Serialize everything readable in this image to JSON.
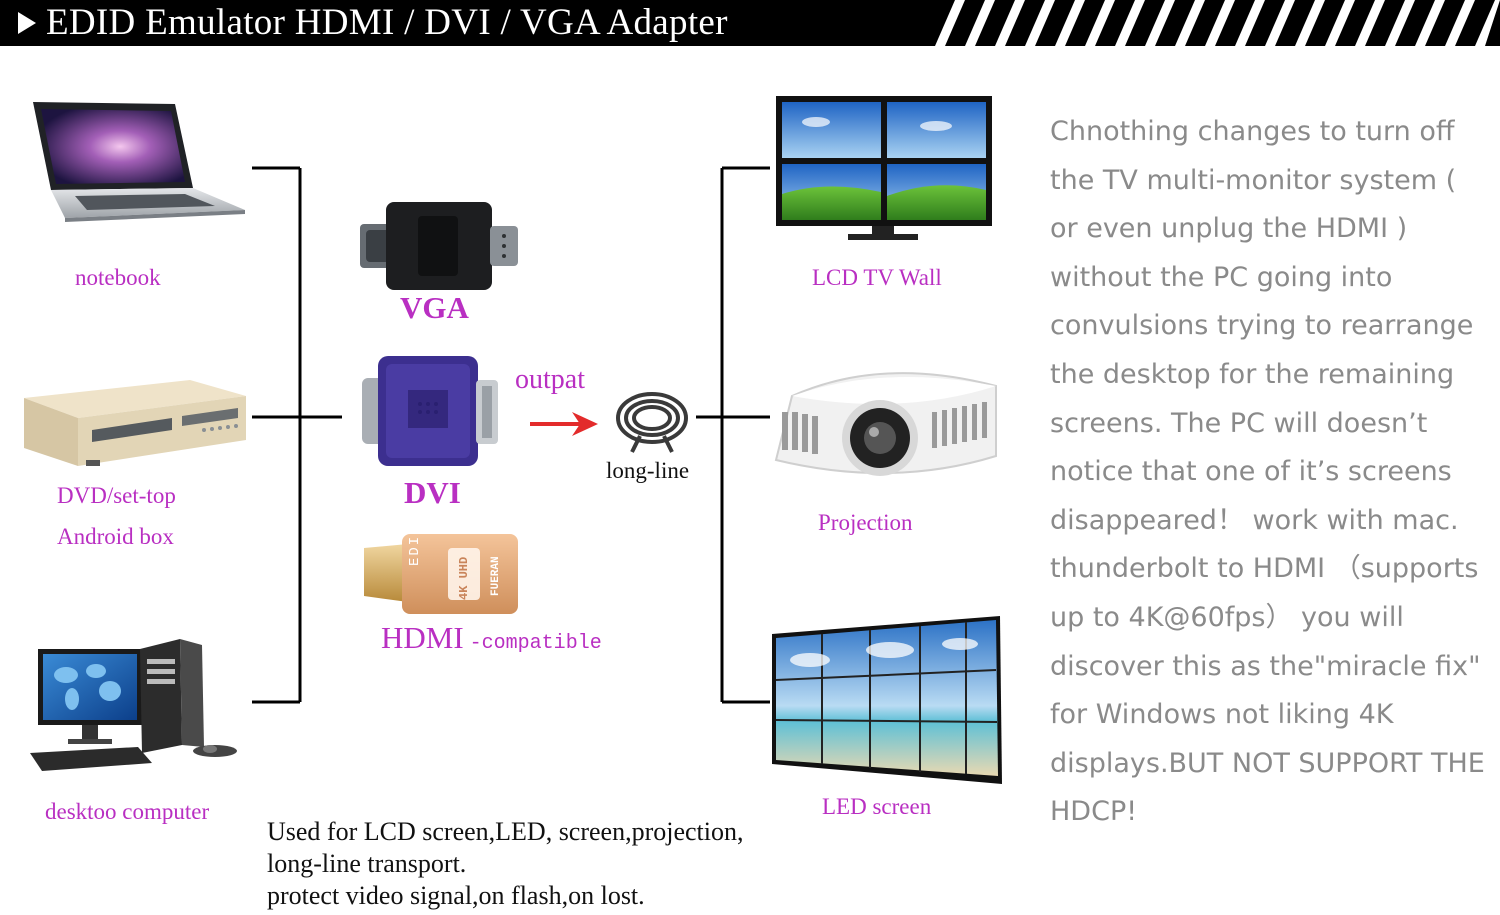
{
  "title": "EDID Emulator HDMI / DVI / VGA  Adapter",
  "sources": {
    "notebook": "notebook",
    "dvd_line1": "DVD/set-top",
    "dvd_line2": "Android box",
    "desktop": "desktoo computer"
  },
  "adapters": {
    "vga": "VGA",
    "dvi": "DVI",
    "hdmi": "HDMI",
    "hdmi_suffix": "-compatible",
    "edid_chip_text": "EDID",
    "uhd_text": "4K UHD",
    "brand_text": "FUERAN"
  },
  "flow": {
    "output_label": "outpat",
    "cable_label": "long-line"
  },
  "outputs": {
    "tv_wall": "LCD TV Wall",
    "projection": "Projection",
    "led_screen": "LED screen"
  },
  "description": "Chnothing changes to turn off the TV multi-monitor system ( or even unplug the HDMI ) without the PC going into convulsions trying to rearrange the desktop for the remaining screens. The PC will doesn’t notice that one of it’s screens disappeared！ work with mac. thunderbolt to HDMI （supports up to 4K@60fps） you  will discover this as the\"miracle fix\" for Windows not liking 4K displays.BUT NOT SUPPORT THE HDCP!",
  "bottom_note": "Used for LCD screen,LED,  screen,projection,\nlong-line transport.\nprotect video signal,on flash,on lost.",
  "colors": {
    "label_magenta": "#b92fc2",
    "arrow_red": "#e32b2b",
    "description_gray": "#8a8a8a",
    "hdmi_gold": "#e3ac7c",
    "dvi_blue": "#3c2f8f"
  }
}
